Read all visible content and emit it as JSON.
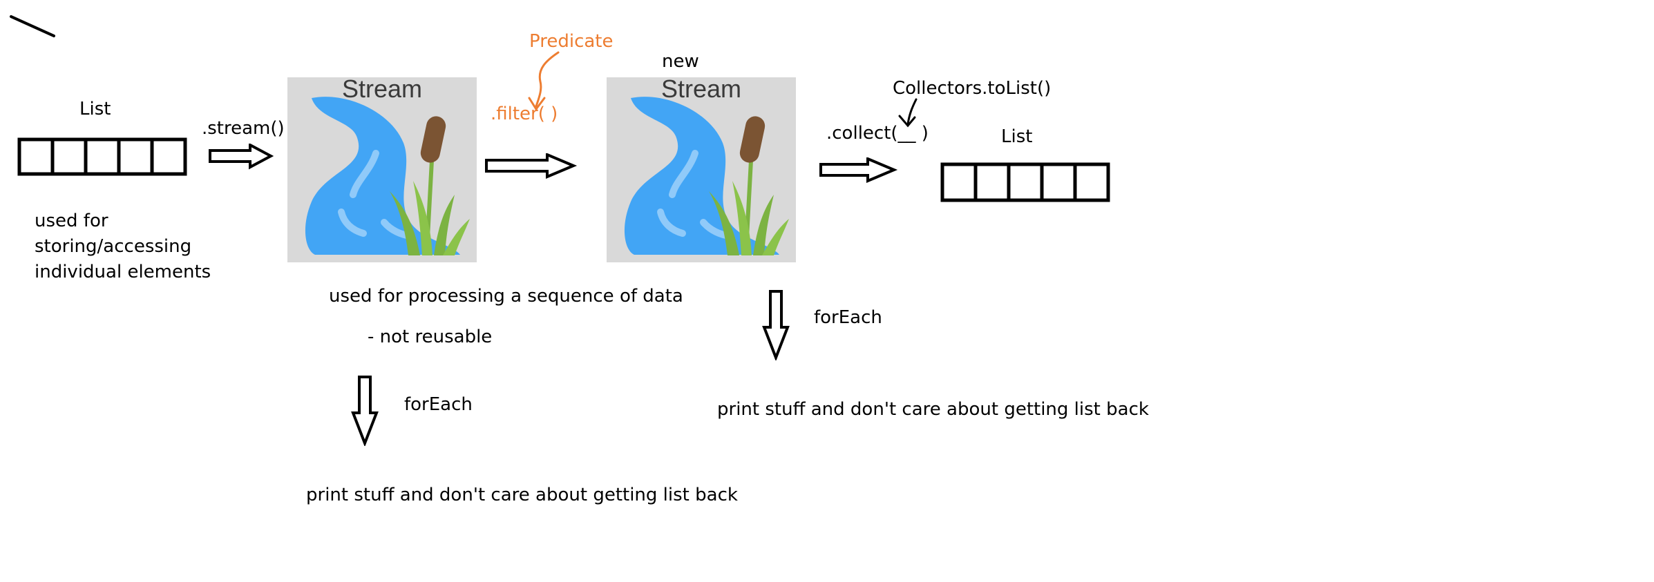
{
  "labels": {
    "list_left": "List",
    "list_left_desc": [
      "used for",
      "storing/accessing",
      "individual elements"
    ],
    "stream_method": ".stream()",
    "stream_title": "Stream",
    "stream_desc": "used for processing a sequence of data",
    "stream_note": "- not reusable",
    "foreach_left": "forEach",
    "foreach_left_desc": "print stuff and don't care about getting list back",
    "predicate": "Predicate",
    "filter_method": ".filter( )",
    "new_label": "new",
    "new_stream_title": "Stream",
    "collectors": "Collectors.toList()",
    "collect_method": ".collect(__ )",
    "list_right": "List",
    "foreach_right": "forEach",
    "foreach_right_desc": "print stuff and don't care about getting list back"
  },
  "colors": {
    "annotation": "#ed7d31",
    "stream_bg": "#d9d9d9",
    "water": "#42a5f5",
    "water_highlight": "#90caf9",
    "reed_head": "#7b5433",
    "grass": "#7cb342"
  }
}
